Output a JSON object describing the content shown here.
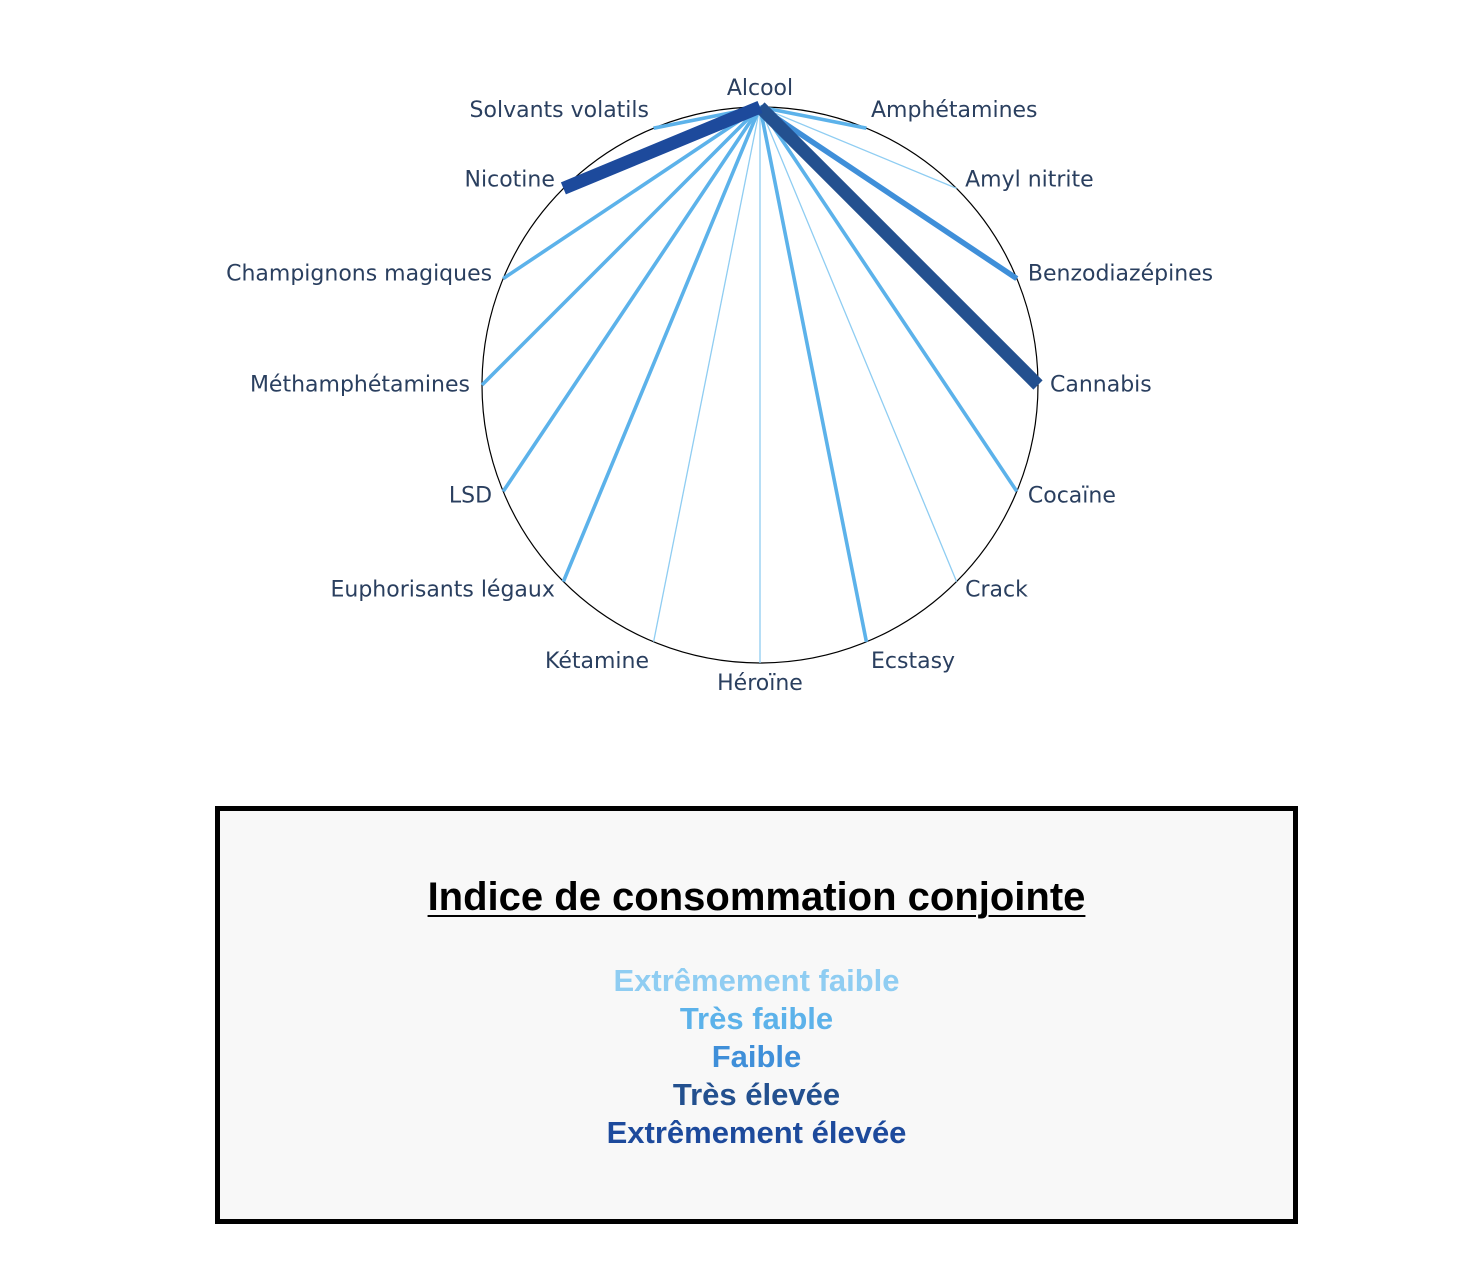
{
  "chart_data": {
    "type": "chord",
    "center_node": "Alcool",
    "nodes": [
      "Alcool",
      "Amphétamines",
      "Amyl nitrite",
      "Benzodiazépines",
      "Cannabis",
      "Cocaïne",
      "Crack",
      "Ecstasy",
      "Héroïne",
      "Kétamine",
      "Euphorisants légaux",
      "LSD",
      "Méthamphétamines",
      "Champignons magiques",
      "Nicotine",
      "Solvants volatils"
    ],
    "links": [
      {
        "source": "Alcool",
        "target": "Amphétamines",
        "level": "Très faible"
      },
      {
        "source": "Alcool",
        "target": "Amyl nitrite",
        "level": "Extrêmement faible"
      },
      {
        "source": "Alcool",
        "target": "Benzodiazépines",
        "level": "Faible"
      },
      {
        "source": "Alcool",
        "target": "Cannabis",
        "level": "Très élevée"
      },
      {
        "source": "Alcool",
        "target": "Cocaïne",
        "level": "Très faible"
      },
      {
        "source": "Alcool",
        "target": "Crack",
        "level": "Extrêmement faible"
      },
      {
        "source": "Alcool",
        "target": "Ecstasy",
        "level": "Très faible"
      },
      {
        "source": "Alcool",
        "target": "Héroïne",
        "level": "Extrêmement faible"
      },
      {
        "source": "Alcool",
        "target": "Kétamine",
        "level": "Extrêmement faible"
      },
      {
        "source": "Alcool",
        "target": "Euphorisants légaux",
        "level": "Très faible"
      },
      {
        "source": "Alcool",
        "target": "LSD",
        "level": "Très faible"
      },
      {
        "source": "Alcool",
        "target": "Méthamphétamines",
        "level": "Très faible"
      },
      {
        "source": "Alcool",
        "target": "Champignons magiques",
        "level": "Très faible"
      },
      {
        "source": "Alcool",
        "target": "Nicotine",
        "level": "Extrêmement élevée"
      },
      {
        "source": "Alcool",
        "target": "Solvants volatils",
        "level": "Très faible"
      }
    ],
    "legend_placement": "bottom"
  },
  "levels": {
    "Extrêmement faible": "#8fcdf2",
    "Très faible": "#5cb2ea",
    "Faible": "#3f8fd9",
    "Très élevée": "#23508f",
    "Extrêmement élevée": "#1d4a9c"
  },
  "colors": {
    "circle": "#000000",
    "node_label": "#2a3f5f",
    "legend_background": "#f8f8f8",
    "legend_border": "#000000"
  },
  "legend": {
    "title": "Indice de consommation conjointe",
    "items": [
      {
        "label": "Extrêmement faible",
        "color": "#8fcdf2"
      },
      {
        "label": "Très faible",
        "color": "#5cb2ea"
      },
      {
        "label": "Faible",
        "color": "#3f8fd9"
      },
      {
        "label": "Très élevée",
        "color": "#23508f"
      },
      {
        "label": "Extrêmement élevée",
        "color": "#1d4a9c"
      }
    ]
  }
}
